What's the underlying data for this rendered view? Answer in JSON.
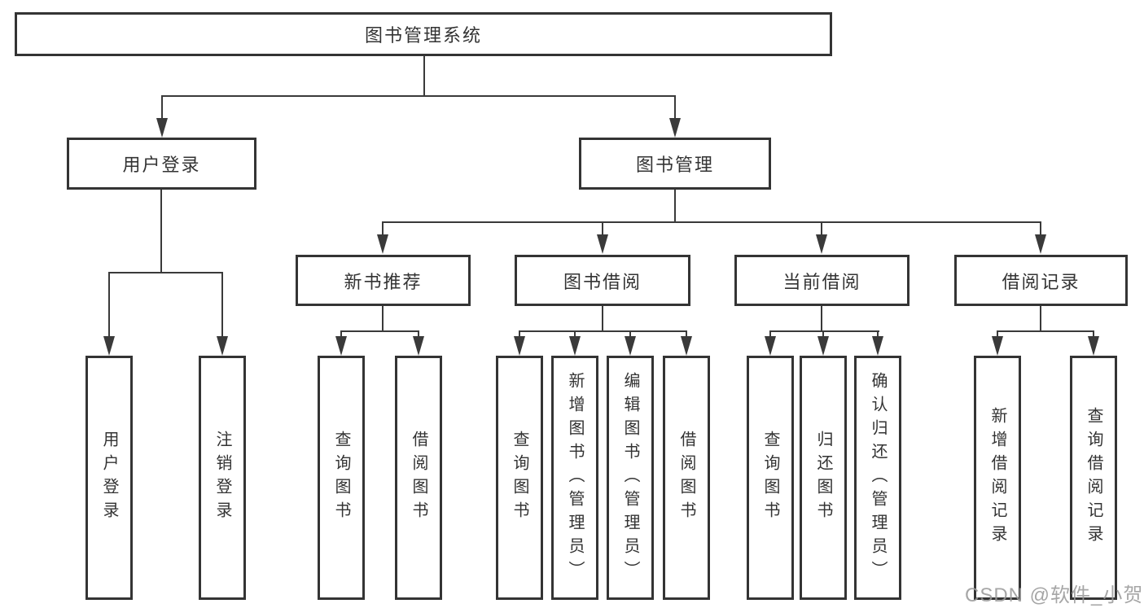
{
  "diagram": {
    "root": "图书管理系统",
    "level2": {
      "user_login": "用户登录",
      "book_management": "图书管理"
    },
    "level3": {
      "new_book_recommend": "新书推荐",
      "book_borrowing": "图书借阅",
      "current_borrowing": "当前借阅",
      "borrow_records": "借阅记录"
    },
    "leaves": {
      "user_login": "用户登录",
      "logout": "注销登录",
      "nb_query_books": "查询图书",
      "nb_borrow_books": "借阅图书",
      "bb_query_books": "查询图书",
      "bb_add_books_admin": "新增图书（管理员）",
      "bb_edit_books_admin": "编辑图书（管理员）",
      "bb_borrow_books": "借阅图书",
      "cb_query_books": "查询图书",
      "cb_return_books": "归还图书",
      "cb_confirm_return_admin": "确认归还（管理员）",
      "br_add_record": "新增借阅记录",
      "br_query_record": "查询借阅记录"
    }
  },
  "watermark": "CSDN @软件_小贺同学",
  "colors": {
    "line": "#3a3a3a",
    "text": "#333333",
    "watermark_gray": "#9a9a9a",
    "background": "#ffffff"
  }
}
